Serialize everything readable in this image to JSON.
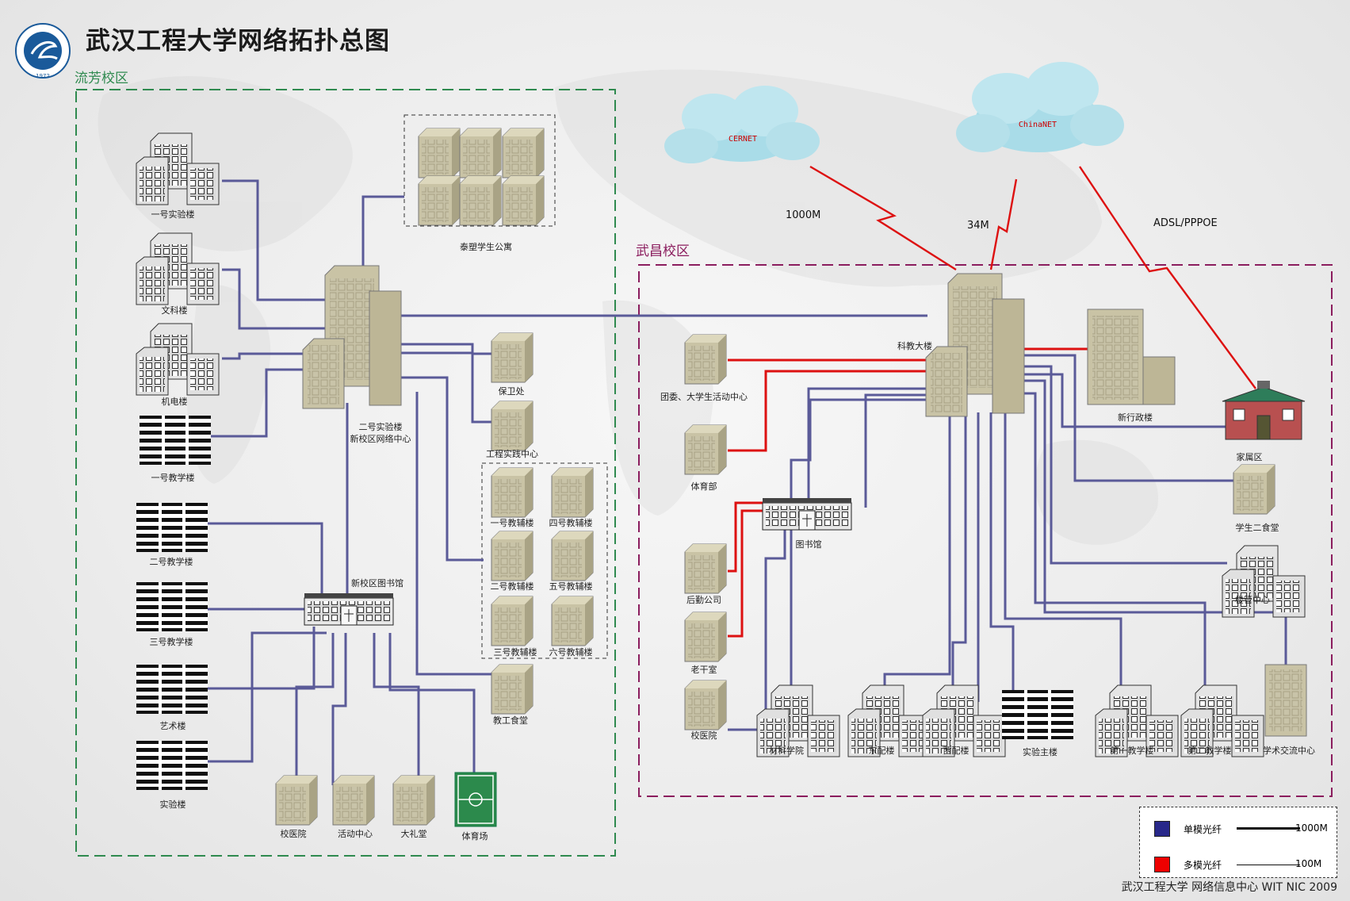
{
  "title": "武汉工程大学网络拓扑总图",
  "logo": {
    "year": "1972",
    "caption": "Wuhan Institute of Technology"
  },
  "campus": {
    "liufang": "流芳校区",
    "wuchang": "武昌校区"
  },
  "clouds": {
    "cernet": "CERNET",
    "chinanet": "ChinaNET"
  },
  "bandwidth": {
    "cernet": "1000M",
    "chinanet": "34M",
    "adsl": "ADSL/PPPOE"
  },
  "labels": {
    "lab1": "一号实验楼",
    "wenke": "文科楼",
    "jidian": "机电楼",
    "jiao1": "一号教学楼",
    "jiao2": "二号教学楼",
    "jiao3": "三号教学楼",
    "yishu": "艺术楼",
    "shiyan": "实验楼",
    "core_liufang": "二号实验楼",
    "core_liufang2": "新校区网络中心",
    "taisu": "泰塑学生公寓",
    "baowei": "保卫处",
    "gongcheng": "工程实践中心",
    "fu1": "一号教辅楼",
    "fu4": "四号教辅楼",
    "fu2": "二号教辅楼",
    "fu5": "五号教辅楼",
    "fu3": "三号教辅楼",
    "fu6": "六号教辅楼",
    "jiaogong": "教工食堂",
    "newlib": "新校区图书馆",
    "hosp_lf": "校医院",
    "huodong": "活动中心",
    "litang": "大礼堂",
    "tiyuchang": "体育场",
    "kejiao": "科教大楼",
    "xinxingzheng": "新行政楼",
    "jiashu": "家属区",
    "tuanwei": "团委、大学生活动中心",
    "tiyubu": "体育部",
    "library": "图书馆",
    "houqin": "后勤公司",
    "laogan": "老干室",
    "hosp_wc": "校医院",
    "cailiao": "材料学院",
    "dongpei": "东配楼",
    "xipei": "西配楼",
    "shiyanzhu": "实验主楼",
    "diyijiao": "第一教学楼",
    "dierjiao": "第二教学楼",
    "xueshu": "学术交流中心",
    "shitang2": "学生二食堂",
    "louguan": "楼管中心"
  },
  "legend": {
    "single": "单模光纤",
    "multi": "多模光纤",
    "speed1000": "1000M",
    "speed100": "100M",
    "single_color": "#28288a",
    "multi_color": "#ee0000"
  },
  "footer": "武汉工程大学  网络信息中心 WIT NIC 2009"
}
